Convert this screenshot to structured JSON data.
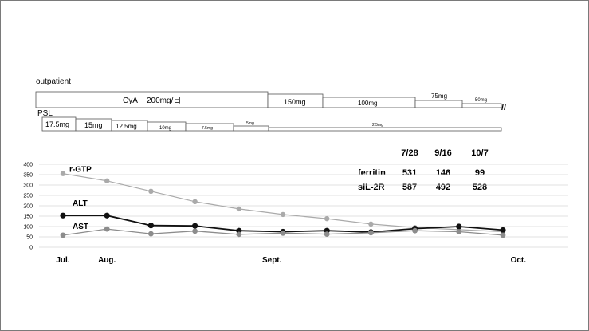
{
  "header": {
    "outpatient": "outpatient"
  },
  "cya": {
    "label": "CyA",
    "doses": [
      "200mg/日",
      "150mg",
      "100mg",
      "75mg",
      "50mg"
    ],
    "break_mark": "//"
  },
  "psl": {
    "label": "PSL",
    "doses": [
      "17.5mg",
      "15mg",
      "12.5mg",
      "10mg",
      "7.5mg",
      "5mg",
      "2.5mg"
    ]
  },
  "lab_table": {
    "columns": [
      "7/28",
      "9/16",
      "10/7"
    ],
    "rows": [
      {
        "name": "ferritin",
        "values": [
          "531",
          "146",
          "99"
        ]
      },
      {
        "name": "sIL-2R",
        "values": [
          "587",
          "492",
          "528"
        ]
      }
    ]
  },
  "colors": {
    "rgtp": "#aaaaaa",
    "alt": "#111111",
    "ast": "#8c8c8c",
    "grid": "#d9d9d9"
  },
  "chart_data": {
    "type": "line",
    "ylim": [
      0,
      400
    ],
    "y_ticks": [
      0,
      50,
      100,
      150,
      200,
      250,
      300,
      350,
      400
    ],
    "x_ticks": [
      "Jul.",
      "Aug.",
      "Sept.",
      "Oct."
    ],
    "series": [
      {
        "name": "r-GTP",
        "values": [
          355,
          320,
          270,
          220,
          185,
          158,
          138,
          112,
          95,
          85,
          75
        ]
      },
      {
        "name": "ALT",
        "values": [
          153,
          153,
          105,
          103,
          80,
          75,
          80,
          73,
          90,
          100,
          83
        ]
      },
      {
        "name": "AST",
        "values": [
          58,
          88,
          65,
          78,
          62,
          68,
          63,
          70,
          80,
          75,
          58
        ]
      }
    ]
  }
}
